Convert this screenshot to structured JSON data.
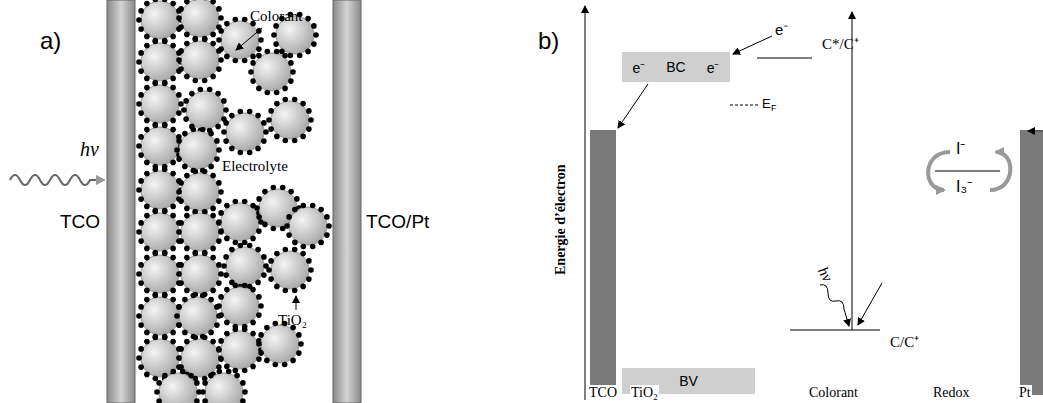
{
  "diagram": {
    "nodes": [
      {
        "text": [
          "e⁻",
          "BC",
          "e⁻"
        ]
      },
      {
        "text": [
          "BV"
        ]
      }
    ],
    "labels": [
      "a)",
      "hν",
      "TCO",
      "TCO/Pt",
      "Colorant",
      "Electrolyte",
      "TiO₂",
      "b)",
      "e⁻",
      "E",
      "F",
      "C*/C⁺",
      "hν",
      "C/C⁺",
      "I⁻",
      "I₃⁻",
      "Energie d’électron",
      "TCO",
      "TiO₂",
      "Colorant",
      "Redox",
      "Pt"
    ]
  }
}
